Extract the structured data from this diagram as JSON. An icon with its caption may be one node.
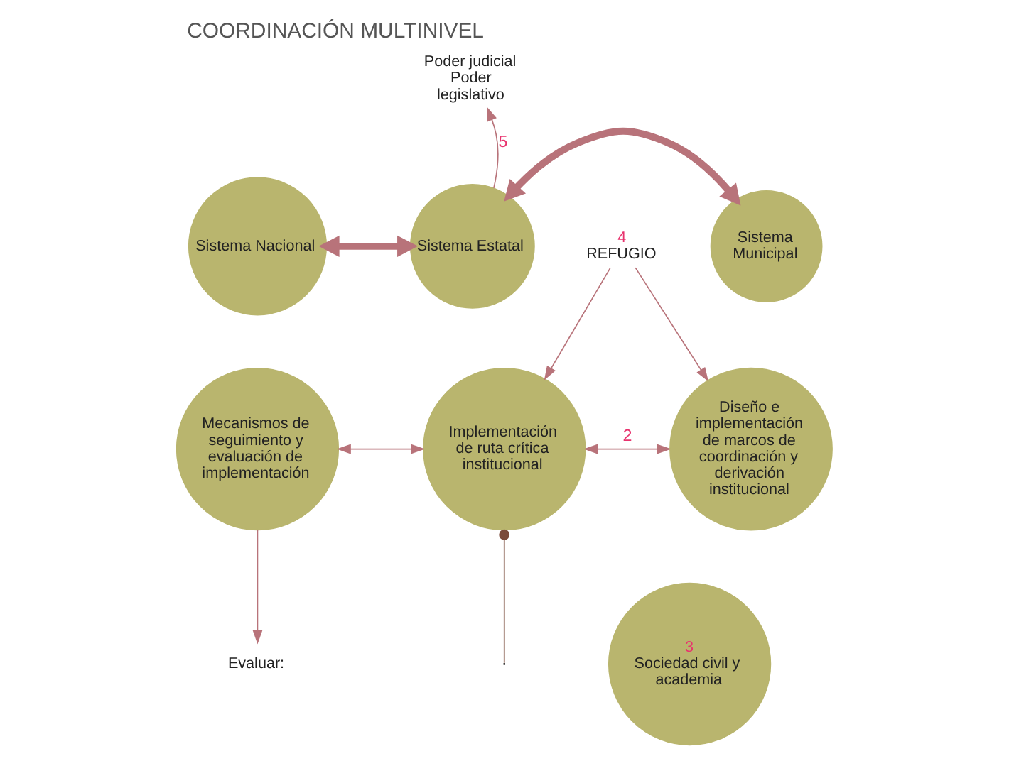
{
  "diagram": {
    "title": "COORDINACIÓN MULTINIVEL",
    "nodes": [
      {
        "text": [
          "Sistema Nacional"
        ]
      },
      {
        "text": [
          "Sistema Estatal"
        ]
      },
      {
        "text": [
          "Sistema Municipal"
        ]
      },
      {
        "text": [
          "Mecanismos de seguimiento y evaluación de implementación"
        ]
      },
      {
        "text": [
          "Implementación de ruta crítica institucional"
        ]
      },
      {
        "text": [
          "Diseño e implementación de marcos de coordinación y derivación institucional"
        ]
      },
      {
        "text": [
          "3",
          "Sociedad civil y academia"
        ]
      },
      {
        "text": [
          "4",
          "REFUGIO"
        ]
      },
      {
        "text": [
          "Poder judicial",
          "Poder legislativo"
        ]
      },
      {
        "text": [
          "Evaluar:"
        ]
      }
    ],
    "edges": [
      {
        "from": 0,
        "to": 1,
        "arrow": "both",
        "style": "thick"
      },
      {
        "from": 1,
        "to": 2,
        "arrow": "both",
        "style": "thick"
      },
      {
        "from": 3,
        "to": 4,
        "arrow": "both"
      },
      {
        "from": 4,
        "to": 5,
        "arrow": "both",
        "label": "2"
      },
      {
        "from": 7,
        "to": 4,
        "arrow": "to"
      },
      {
        "from": 7,
        "to": 5,
        "arrow": "to"
      },
      {
        "from": 1,
        "to": 8,
        "arrow": "to",
        "label": "5"
      },
      {
        "from": 3,
        "to": 9,
        "arrow": "to"
      },
      {
        "from": 4,
        "to": null,
        "arrow": "other",
        "color": "#7a4a3a"
      }
    ]
  }
}
